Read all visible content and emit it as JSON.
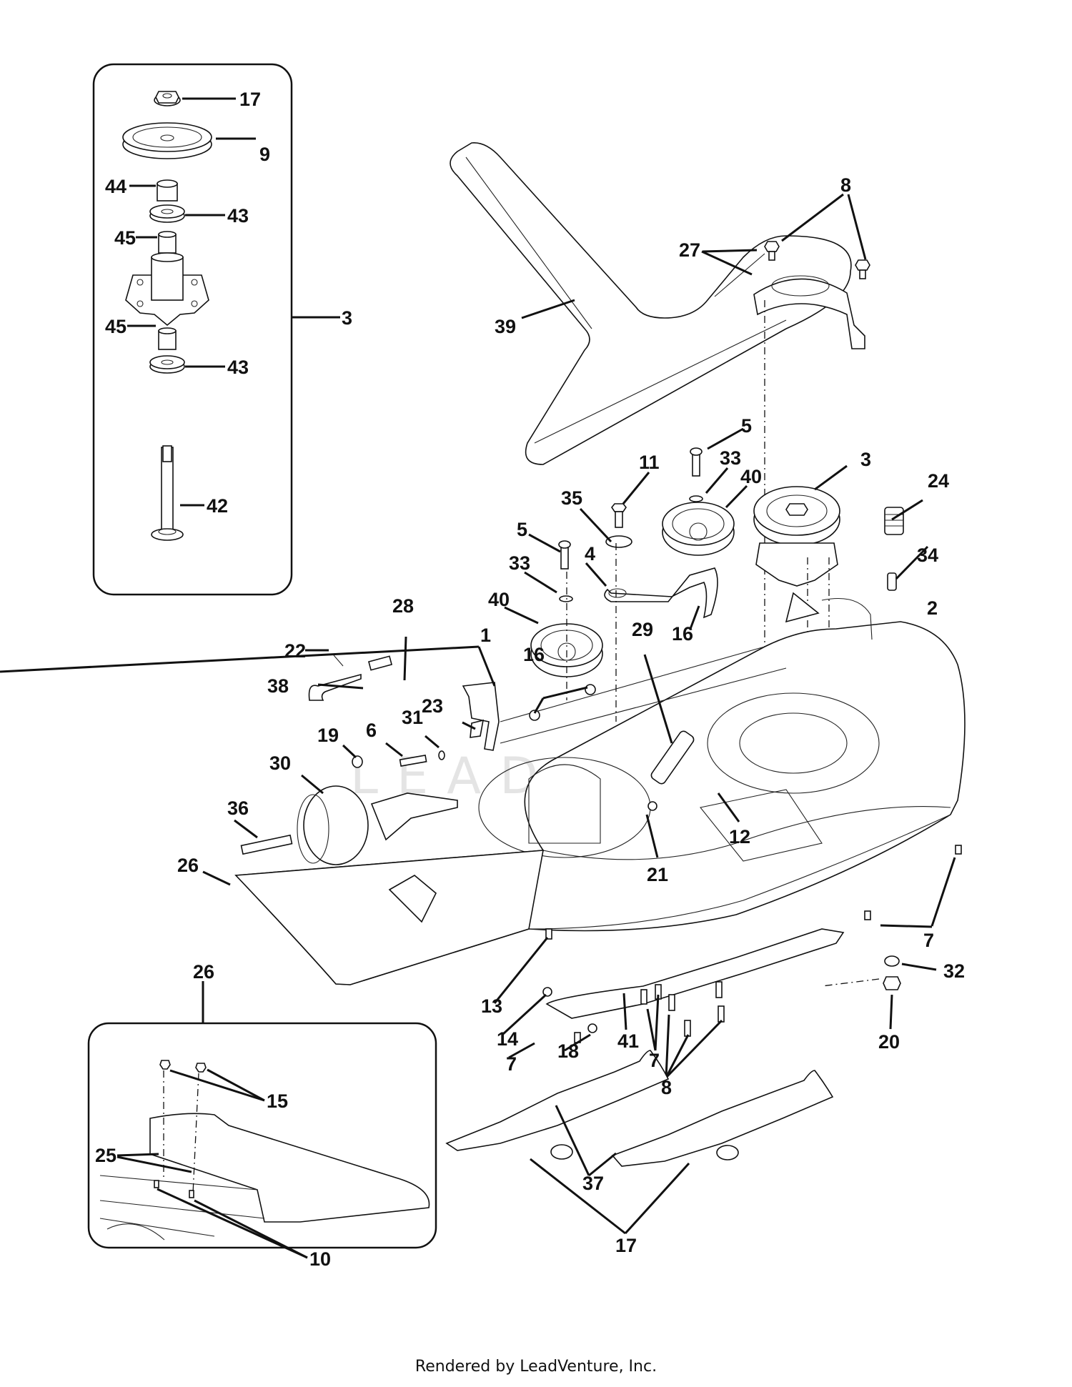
{
  "diagram": {
    "title": "Mower Deck Assembly Parts Diagram",
    "watermark": "LEADVENTURE",
    "footer": "Rendered by LeadVenture, Inc.",
    "insets": [
      {
        "name": "spindle-assembly-inset",
        "ref": "3"
      },
      {
        "name": "discharge-chute-inset",
        "ref": "26"
      }
    ],
    "callouts": [
      {
        "id": "c-17-inset",
        "label": "17",
        "part": "hex flange nut"
      },
      {
        "id": "c-9",
        "label": "9",
        "part": "spindle pulley"
      },
      {
        "id": "c-44",
        "label": "44",
        "part": "spacer"
      },
      {
        "id": "c-43a",
        "label": "43",
        "part": "bearing"
      },
      {
        "id": "c-45a",
        "label": "45",
        "part": "bearing spacer"
      },
      {
        "id": "c-3-inset",
        "label": "3",
        "part": "spindle assembly"
      },
      {
        "id": "c-45b",
        "label": "45",
        "part": "bearing spacer"
      },
      {
        "id": "c-43b",
        "label": "43",
        "part": "bearing"
      },
      {
        "id": "c-42",
        "label": "42",
        "part": "spindle shaft"
      },
      {
        "id": "c-8-top",
        "label": "8",
        "part": "hex screw"
      },
      {
        "id": "c-27",
        "label": "27",
        "part": "belt keeper"
      },
      {
        "id": "c-39",
        "label": "39",
        "part": "v-belt"
      },
      {
        "id": "c-5a",
        "label": "5",
        "part": "shoulder bolt"
      },
      {
        "id": "c-33a",
        "label": "33",
        "part": "washer"
      },
      {
        "id": "c-3",
        "label": "3",
        "part": "spindle assembly"
      },
      {
        "id": "c-11",
        "label": "11",
        "part": "shoulder screw"
      },
      {
        "id": "c-40a",
        "label": "40",
        "part": "idler pulley"
      },
      {
        "id": "c-24",
        "label": "24",
        "part": "spring"
      },
      {
        "id": "c-35",
        "label": "35",
        "part": "flat washer"
      },
      {
        "id": "c-5b",
        "label": "5",
        "part": "shoulder bolt"
      },
      {
        "id": "c-4",
        "label": "4",
        "part": "idler arm"
      },
      {
        "id": "c-34",
        "label": "34",
        "part": "grease fitting"
      },
      {
        "id": "c-33b",
        "label": "33",
        "part": "washer"
      },
      {
        "id": "c-40b",
        "label": "40",
        "part": "idler pulley"
      },
      {
        "id": "c-16a",
        "label": "16",
        "part": "hex nut"
      },
      {
        "id": "c-2",
        "label": "2",
        "part": "deck shell"
      },
      {
        "id": "c-28",
        "label": "28",
        "part": "spring"
      },
      {
        "id": "c-1",
        "label": "1",
        "part": "bracket"
      },
      {
        "id": "c-22",
        "label": "22",
        "part": "cotter pin"
      },
      {
        "id": "c-16b",
        "label": "16",
        "part": "hex nut"
      },
      {
        "id": "c-29",
        "label": "29",
        "part": "spring"
      },
      {
        "id": "c-38",
        "label": "38",
        "part": "j-hook rod"
      },
      {
        "id": "c-23",
        "label": "23",
        "part": "adjuster"
      },
      {
        "id": "c-31",
        "label": "31",
        "part": "lock washer"
      },
      {
        "id": "c-6",
        "label": "6",
        "part": "bolt"
      },
      {
        "id": "c-19",
        "label": "19",
        "part": "nut"
      },
      {
        "id": "c-30",
        "label": "30",
        "part": "deck wheel"
      },
      {
        "id": "c-36",
        "label": "36",
        "part": "shoulder bolt"
      },
      {
        "id": "c-12",
        "label": "12",
        "part": "eye bolt"
      },
      {
        "id": "c-21",
        "label": "21",
        "part": "hex nut"
      },
      {
        "id": "c-26",
        "label": "26",
        "part": "discharge chute"
      },
      {
        "id": "c-7a",
        "label": "7",
        "part": "hex screw"
      },
      {
        "id": "c-32",
        "label": "32",
        "part": "lock washer"
      },
      {
        "id": "c-13",
        "label": "13",
        "part": "screw"
      },
      {
        "id": "c-14",
        "label": "14",
        "part": "nut"
      },
      {
        "id": "c-41",
        "label": "41",
        "part": "baffle"
      },
      {
        "id": "c-20",
        "label": "20",
        "part": "nut"
      },
      {
        "id": "c-7b",
        "label": "7",
        "part": "hex screw"
      },
      {
        "id": "c-18",
        "label": "18",
        "part": "nut"
      },
      {
        "id": "c-7c",
        "label": "7",
        "part": "hex screw"
      },
      {
        "id": "c-8",
        "label": "8",
        "part": "hex screw"
      },
      {
        "id": "c-37",
        "label": "37",
        "part": "blade"
      },
      {
        "id": "c-17",
        "label": "17",
        "part": "hex flange nut"
      },
      {
        "id": "c-26-inset",
        "label": "26",
        "part": "discharge chute"
      },
      {
        "id": "c-15",
        "label": "15",
        "part": "nut"
      },
      {
        "id": "c-25",
        "label": "25",
        "part": "washer"
      },
      {
        "id": "c-10",
        "label": "10",
        "part": "pin"
      }
    ]
  }
}
